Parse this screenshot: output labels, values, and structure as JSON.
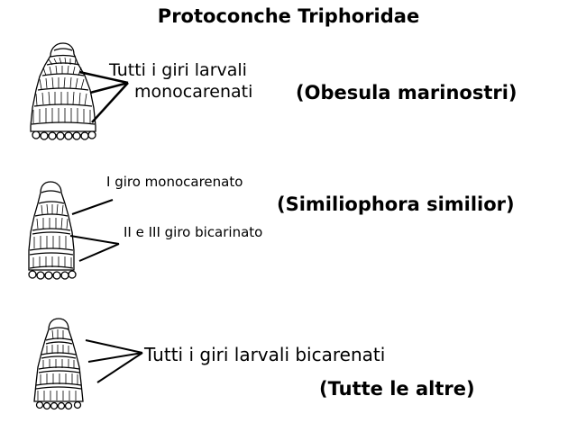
{
  "title": "Protoconche Triphoridae",
  "groups": [
    {
      "label_line1": "Tutti i giri larvali",
      "label_line2": "monocarenati",
      "species": "(Obesula marinostri)"
    },
    {
      "label_top": "I giro monocarenato",
      "label_bottom": "II e III giro bicarinato",
      "species": "(Similiophora similior)"
    },
    {
      "label": "Tutti i giri larvali bicarenati",
      "species": "(Tutte le altre)"
    }
  ]
}
